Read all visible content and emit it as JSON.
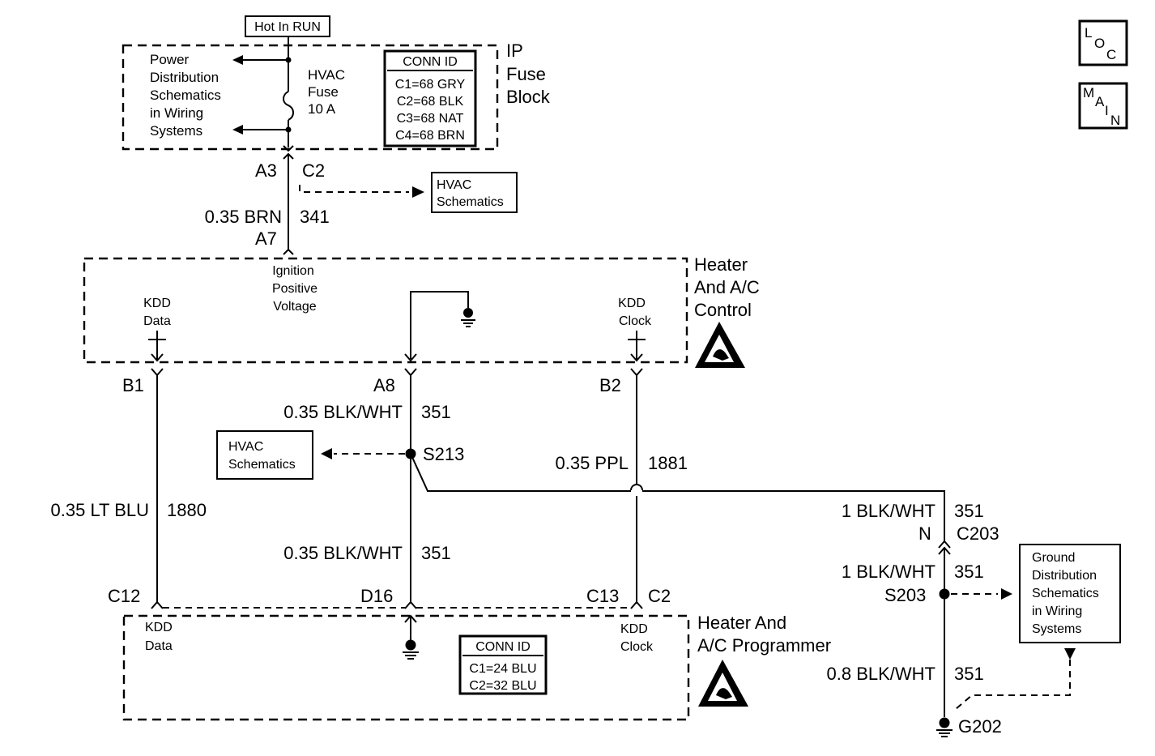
{
  "hot_in_run": "Hot In RUN",
  "ip_fuse_block": {
    "title_lines": [
      "IP",
      "Fuse",
      "Block"
    ],
    "power_dist_lines": [
      "Power",
      "Distribution",
      "Schematics",
      "in Wiring",
      "Systems"
    ],
    "fuse_lines": [
      "HVAC",
      "Fuse",
      "10 A"
    ],
    "conn_id_title": "CONN ID",
    "conn_id_rows": [
      "C1=68 GRY",
      "C2=68 BLK",
      "C3=68 NAT",
      "C4=68 BRN"
    ]
  },
  "connector_a3": "A3",
  "connector_c2_top": "C2",
  "hvac_schematics_top_lines": [
    "HVAC",
    "Schematics"
  ],
  "wire_341": {
    "size_color": "0.35 BRN",
    "circuit": "341"
  },
  "connector_a7": "A7",
  "control": {
    "title_lines": [
      "Heater",
      "And A/C",
      "Control"
    ],
    "ignition_lines": [
      "Ignition",
      "Positive",
      "Voltage"
    ],
    "kdd_data_lines": [
      "KDD",
      "Data"
    ],
    "kdd_clock_lines": [
      "KDD",
      "Clock"
    ]
  },
  "pin_b1": "B1",
  "pin_a8": "A8",
  "pin_b2": "B2",
  "wire_351_upper": {
    "size_color": "0.35 BLK/WHT",
    "circuit": "351"
  },
  "splice_s213": "S213",
  "hvac_schematics_mid_lines": [
    "HVAC",
    "Schematics"
  ],
  "wire_1881": {
    "size_color": "0.35 PPL",
    "circuit": "1881"
  },
  "wire_1880": {
    "size_color": "0.35 LT BLU",
    "circuit": "1880"
  },
  "wire_351_lower": {
    "size_color": "0.35 BLK/WHT",
    "circuit": "351"
  },
  "wire_351_c203": {
    "size_color": "1 BLK/WHT",
    "circuit": "351"
  },
  "connector_n": "N",
  "connector_c203": "C203",
  "wire_351_s203": {
    "size_color": "1 BLK/WHT",
    "circuit": "351"
  },
  "splice_s203": "S203",
  "ground_dist_lines": [
    "Ground",
    "Distribution",
    "Schematics",
    "in Wiring",
    "Systems"
  ],
  "wire_351_g202": {
    "size_color": "0.8 BLK/WHT",
    "circuit": "351"
  },
  "ground_g202": "G202",
  "pin_c12": "C12",
  "pin_d16": "D16",
  "pin_c13": "C13",
  "pin_c2_bottom": "C2",
  "programmer": {
    "title_lines": [
      "Heater And",
      "A/C Programmer"
    ],
    "kdd_data_lines": [
      "KDD",
      "Data"
    ],
    "kdd_clock_lines": [
      "KDD",
      "Clock"
    ],
    "conn_id_title": "CONN ID",
    "conn_id_rows": [
      "C1=24 BLU",
      "C2=32 BLU"
    ]
  },
  "loc_button_letters": [
    "L",
    "O",
    "C"
  ],
  "main_button_letters": [
    "M",
    "A",
    "I",
    "N"
  ]
}
